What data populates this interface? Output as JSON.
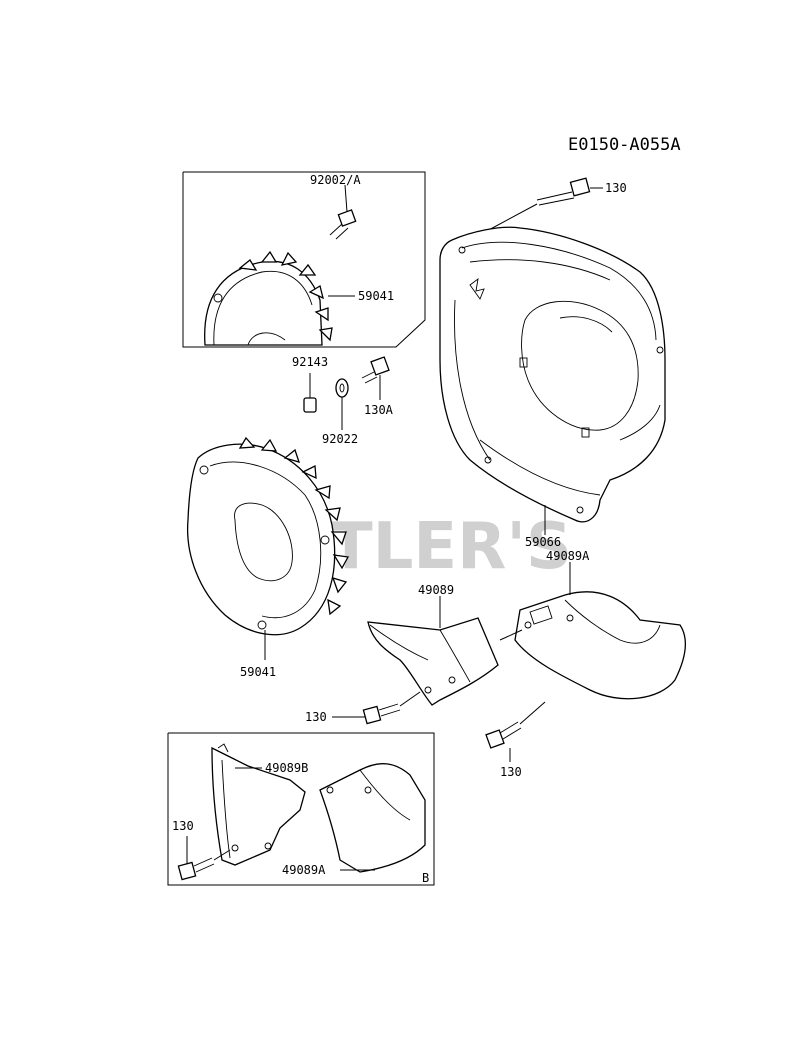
{
  "diagram": {
    "code": "E0150-A055A",
    "watermark": "CUTLER'S",
    "callouts": {
      "bolt_top_right": "130",
      "bolt_inset_top": "92002/A",
      "fan_inset": "59041",
      "nut": "92143",
      "washer": "92022",
      "bolt_130a": "130A",
      "fan_main": "59041",
      "shroud": "59066",
      "cover_49089a": "49089A",
      "cover_49089": "49089",
      "bolt_left": "130",
      "bolt_bottom": "130",
      "cover_49089b": "49089B",
      "bolt_inset_bottom": "130",
      "cover_inset_49089a": "49089A",
      "inset_marker": "B"
    }
  }
}
